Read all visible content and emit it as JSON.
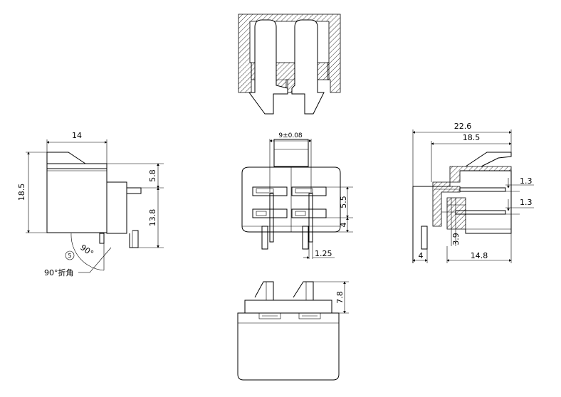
{
  "dimensions": {
    "left_width": "14",
    "left_height": "18.5",
    "left_upper_height": "5.8",
    "left_lower_height": "13.8",
    "angle": "90°",
    "bend_note": "90°折角",
    "callout_number": "5",
    "front_pitch": "9±0.08",
    "front_pin_height": "5.5",
    "front_lower": "4",
    "front_pin_width": "1.25",
    "right_total_width": "22.6",
    "right_body_width": "18.5",
    "right_top_pin": "1.3",
    "right_lower_pin": "1.3",
    "right_pin_offset": "3.9",
    "right_base": "4",
    "right_lead_length": "14.8",
    "bottom_height": "7.8"
  }
}
